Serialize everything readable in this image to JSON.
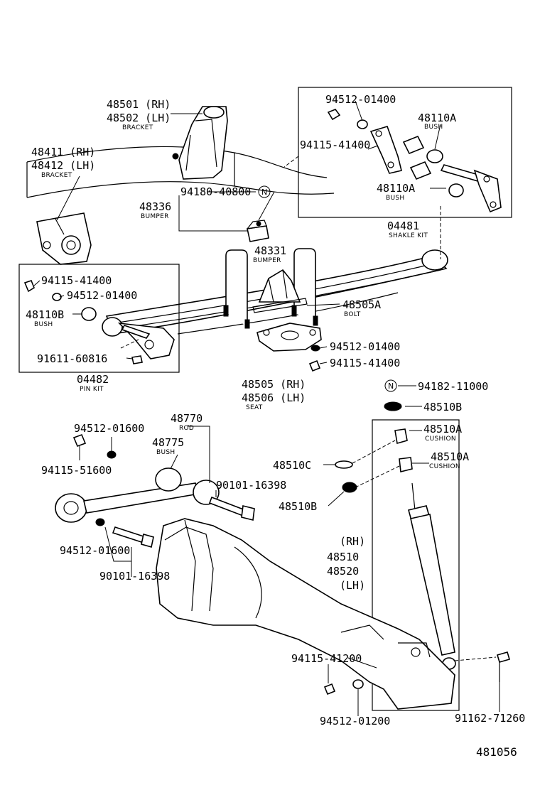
{
  "catalog_number": "481056",
  "labels": {
    "bracket_rh": "48501 (RH)",
    "bracket_lh": "48502 (LH)",
    "bracket_name": "BRACKET",
    "bracket2_rh": "48411 (RH)",
    "bracket2_lh": "48412 (LH)",
    "bracket2_name": "BRACKET",
    "bolt_94180": "94180-40800",
    "n_mark": "N",
    "bumper_48336": "48336",
    "bumper_48336_name": "BUMPER",
    "shackle_kit_no": "04481",
    "shackle_kit_name": "SHAKLE KIT",
    "washer_94512_top": "94512-01400",
    "nut_94115_top": "94115-41400",
    "bush_48110a_1": "48110A",
    "bush_48110a_1_name": "BUSH",
    "bush_48110a_2": "48110A",
    "bush_48110a_2_name": "BUSH",
    "bumper_48331": "48331",
    "bumper_48331_name": "BUMPER",
    "nut_94115_left": "94115-41400",
    "washer_94512_left": "94512-01400",
    "bush_48110b": "48110B",
    "bush_48110b_name": "BUSH",
    "bolt_91611": "91611-60816",
    "pin_kit_no": "04482",
    "pin_kit_name": "PIN KIT",
    "bolt_48505a": "48505A",
    "bolt_48505a_name": "BOLT",
    "washer_94512_mid": "94512-01400",
    "nut_94115_mid": "94115-41400",
    "seat_rh": "48505 (RH)",
    "seat_lh": "48506 (LH)",
    "seat_name": "SEAT",
    "nut_94182": "94182-11000",
    "cushion_48510b_top": "48510B",
    "cushion_48510a_1": "48510A",
    "cushion_48510a_1_name": "CUSHION",
    "cushion_48510a_2": "48510A",
    "cushion_48510a_2_name": "CUSHION",
    "washer_48510c": "48510C",
    "cushion_48510b_low": "48510B",
    "absorber_rh_tag": "(RH)",
    "absorber_rh": "48510",
    "absorber_lh": "48520",
    "absorber_lh_tag": "(LH)",
    "rod_48770": "48770",
    "rod_name": "ROD",
    "washer_94512_016_top": "94512-01600",
    "bush_48775": "48775",
    "bush_48775_name": "BUSH",
    "nut_94115_516": "94115-51600",
    "bolt_90101_right": "90101-16398",
    "washer_94512_016_low": "94512-01600",
    "bolt_90101_low": "90101-16398",
    "nut_94115_412": "94115-41200",
    "washer_94512_012": "94512-01200",
    "bolt_91162": "91162-71260"
  }
}
